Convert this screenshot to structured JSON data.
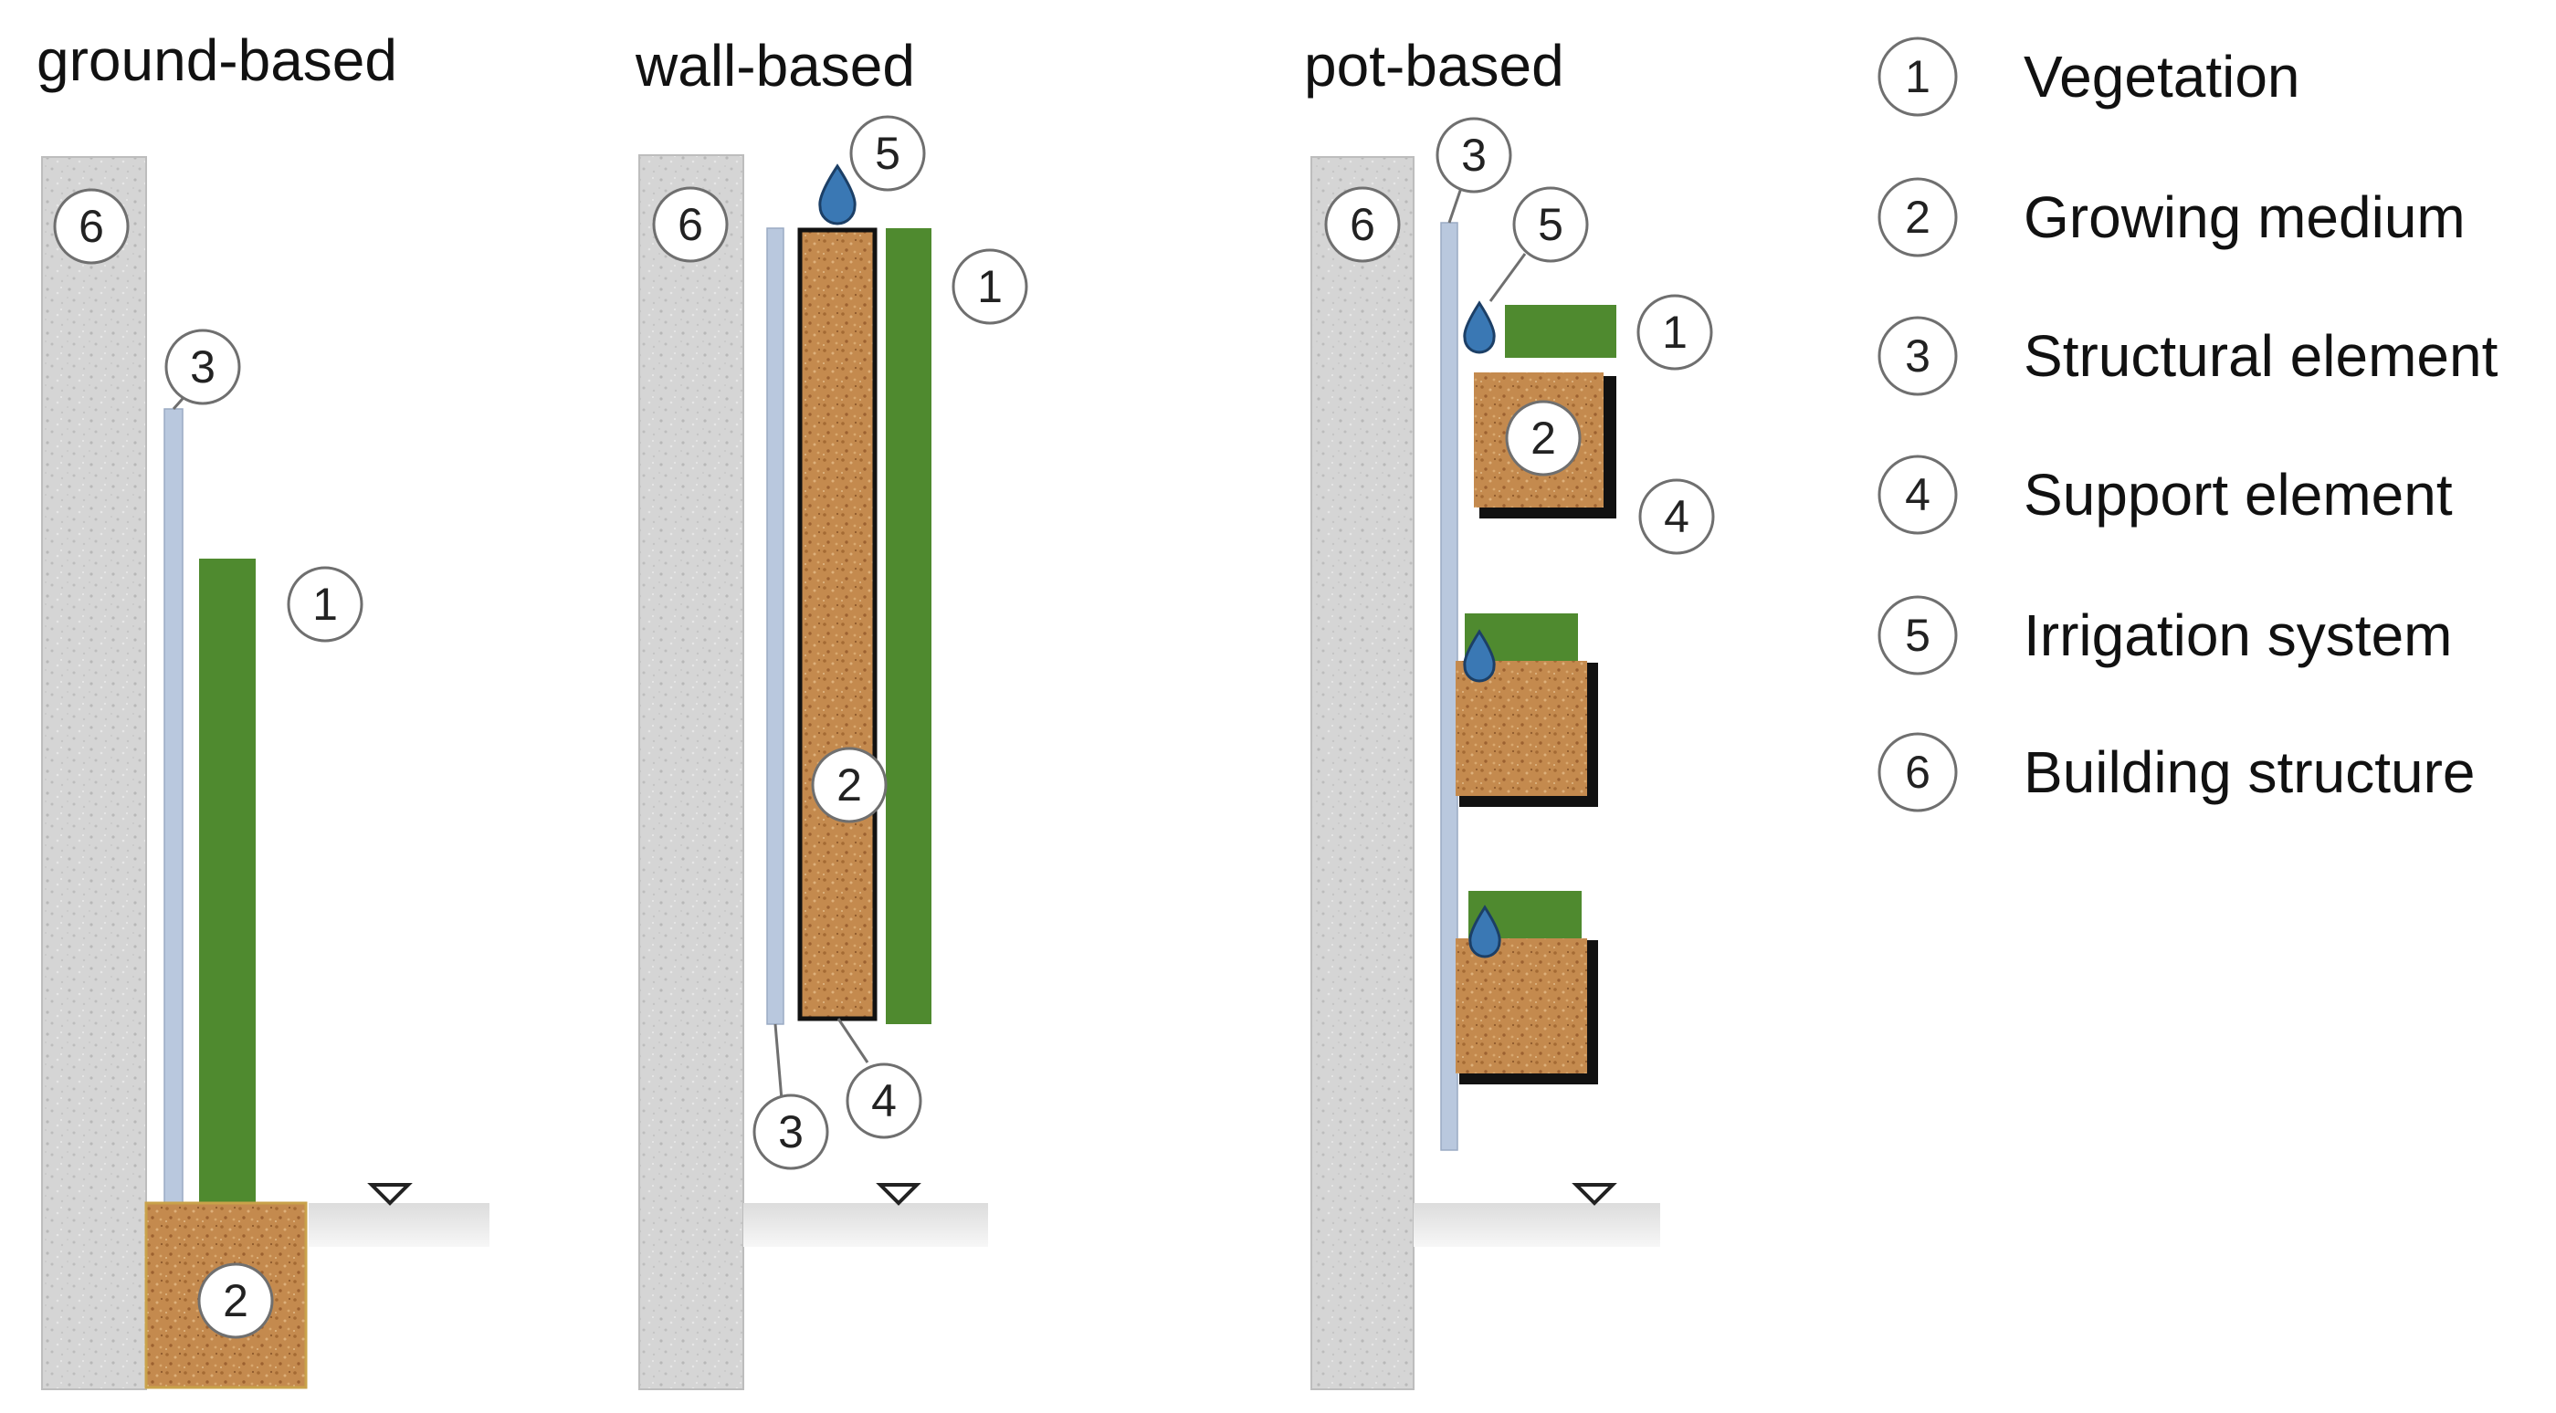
{
  "panels": [
    {
      "title": "ground-based"
    },
    {
      "title": "wall-based"
    },
    {
      "title": "pot-based"
    }
  ],
  "legend": [
    {
      "num": "1",
      "label": "Vegetation"
    },
    {
      "num": "2",
      "label": "Growing medium"
    },
    {
      "num": "3",
      "label": "Structural element"
    },
    {
      "num": "4",
      "label": "Support element"
    },
    {
      "num": "5",
      "label": "Irrigation system"
    },
    {
      "num": "6",
      "label": "Building structure"
    }
  ],
  "colors": {
    "vegetation": "#4f8a2f",
    "growing_medium": "#c48a4e",
    "structural_element": "#b9c8de",
    "building_structure": "#d6d6d6",
    "irrigation": "#3a78b4"
  },
  "icons": [
    "water-drop-icon",
    "ground-level-triangle-icon"
  ]
}
